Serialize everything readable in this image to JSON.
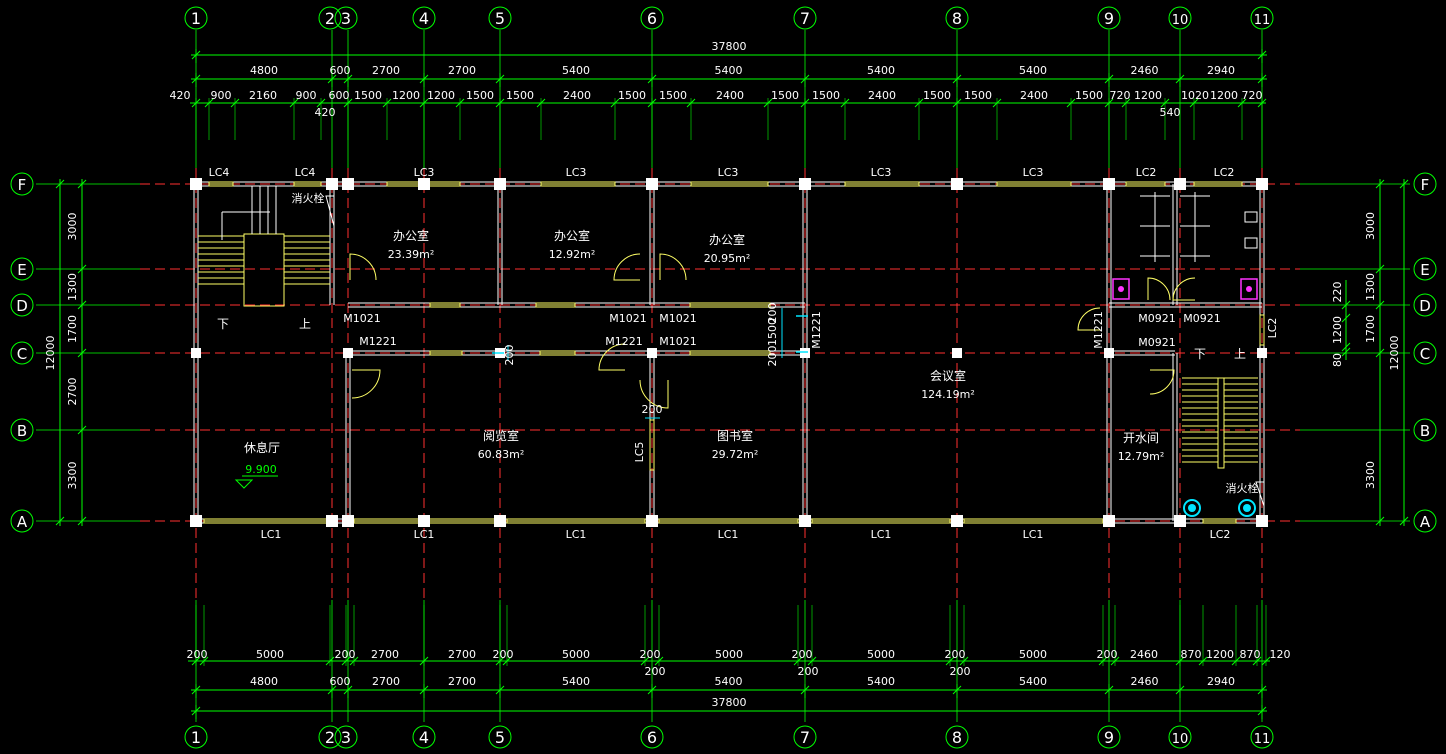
{
  "colors": {
    "background": "#000000",
    "axis": "#ff3030",
    "dimension": "#00ff00",
    "wall": "#ffffff",
    "fill": "#ffff66",
    "text": "#ffffff",
    "cyan": "#00e5ff",
    "magenta": "#ff33ff",
    "green_text": "#00ff00"
  },
  "grid": {
    "columns": [
      "1",
      "2",
      "3",
      "4",
      "5",
      "6",
      "7",
      "8",
      "9",
      "10",
      "11"
    ],
    "rows": [
      "F",
      "E",
      "D",
      "C",
      "B",
      "A"
    ]
  },
  "dims": {
    "top_total": "37800",
    "bottom_total": "37800",
    "top_mid": [
      "4800",
      "600",
      "2700",
      "2700",
      "5400",
      "5400",
      "5400",
      "5400",
      "2460",
      "2940"
    ],
    "bottom_mid": [
      "4800",
      "600",
      "2700",
      "2700",
      "5400",
      "5400",
      "5400",
      "5400",
      "2460",
      "2940"
    ],
    "top_detail": [
      "420",
      "900",
      "2160",
      "900",
      "600",
      "1500",
      "1200",
      "1200",
      "1500",
      "1500",
      "2400",
      "1500",
      "1500",
      "2400",
      "1500",
      "1500",
      "2400",
      "1500",
      "1500",
      "2400",
      "1500",
      "720",
      "1200",
      "1020",
      "1200",
      "720"
    ],
    "top_detail_below": [
      "420",
      "540"
    ],
    "bottom_detail": [
      "200",
      "5000",
      "200",
      "2700",
      "2700",
      "200",
      "5000",
      "200",
      "5000",
      "200",
      "5000",
      "200",
      "5000",
      "200",
      "2460",
      "870",
      "1200",
      "870",
      "120"
    ],
    "bottom_detail_below": [
      "200",
      "200",
      "200"
    ],
    "left_segments": [
      "3000",
      "1300",
      "1700",
      "2700",
      "3300"
    ],
    "left_total": "12000",
    "right_segments": [
      "3000",
      "1300",
      "1700",
      "3300"
    ],
    "right_total": "12000",
    "right_inner": [
      "220",
      "1200",
      "80"
    ],
    "mid_vertical": [
      "200",
      "1500",
      "200"
    ]
  },
  "window_labels": {
    "top": [
      "LC4",
      "LC4",
      "LC3",
      "LC3",
      "LC3",
      "LC3",
      "LC3",
      "LC2",
      "LC2"
    ],
    "bottom": [
      "LC1",
      "LC1",
      "LC1",
      "LC1",
      "LC1",
      "LC1",
      "LC2"
    ],
    "side": [
      "LC5",
      "LC2"
    ]
  },
  "door_labels": [
    "M1021",
    "M1021",
    "M1021",
    "M1221",
    "M1221",
    "M1021",
    "M1221",
    "M1221",
    "M0921",
    "M0921",
    "M0921"
  ],
  "rooms": [
    {
      "name": "办公室",
      "area": "23.39m²"
    },
    {
      "name": "办公室",
      "area": "12.92m²"
    },
    {
      "name": "办公室",
      "area": "20.95m²"
    },
    {
      "name": "会议室",
      "area": "124.19m²"
    },
    {
      "name": "阅览室",
      "area": "60.83m²"
    },
    {
      "name": "图书室",
      "area": "29.72m²"
    },
    {
      "name": "开水间",
      "area": "12.79m²"
    },
    {
      "name": "休息厅",
      "area": ""
    }
  ],
  "annotations": {
    "level": "9.900",
    "hydrant1": "消火栓",
    "hydrant2": "消火栓",
    "stair_down": "下",
    "stair_up": "上",
    "stair2_down": "下",
    "stair2_up": "上",
    "small_200": "200",
    "small_200b": "200"
  }
}
